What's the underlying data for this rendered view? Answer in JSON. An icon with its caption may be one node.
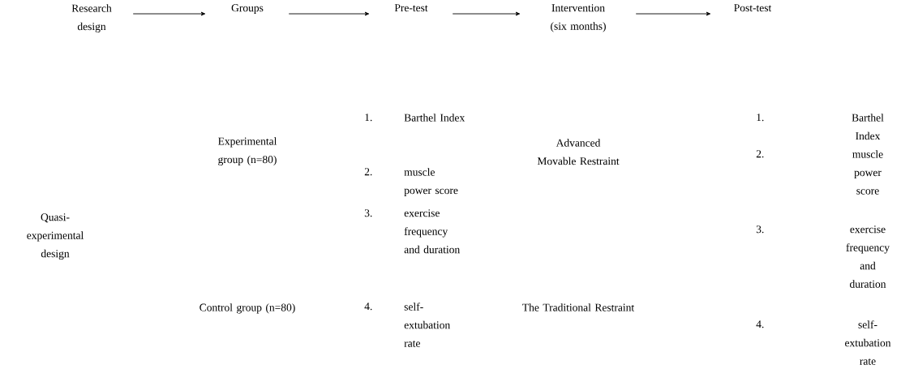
{
  "diagram": {
    "nodes": [
      {
        "text": [
          "Research design"
        ]
      },
      {
        "text": [
          "Groups"
        ]
      },
      {
        "text": [
          "Pre-test"
        ]
      },
      {
        "text": [
          "Intervention (six months)"
        ]
      },
      {
        "text": [
          "Post-test"
        ]
      }
    ],
    "edges": [
      {
        "from": 0,
        "to": 1,
        "arrow": "to"
      },
      {
        "from": 1,
        "to": 2,
        "arrow": "to"
      },
      {
        "from": 2,
        "to": 3,
        "arrow": "to"
      },
      {
        "from": 3,
        "to": 4,
        "arrow": "to"
      }
    ],
    "labels": [
      "Experimental group (n=80)",
      "Quasi-experimental design",
      "Control group (n=80)",
      "1.",
      "Barthel Index",
      "2.",
      "muscle power score",
      "3.",
      "exercise frequency and duration",
      "4.",
      "self-extubation rate",
      "Advanced Movable Restraint",
      "The Traditional Restraint",
      "1.",
      "Barthel Index",
      "2.",
      "muscle power score",
      "3.",
      "exercise frequency and duration",
      "4.",
      "self-extubation rate"
    ]
  }
}
